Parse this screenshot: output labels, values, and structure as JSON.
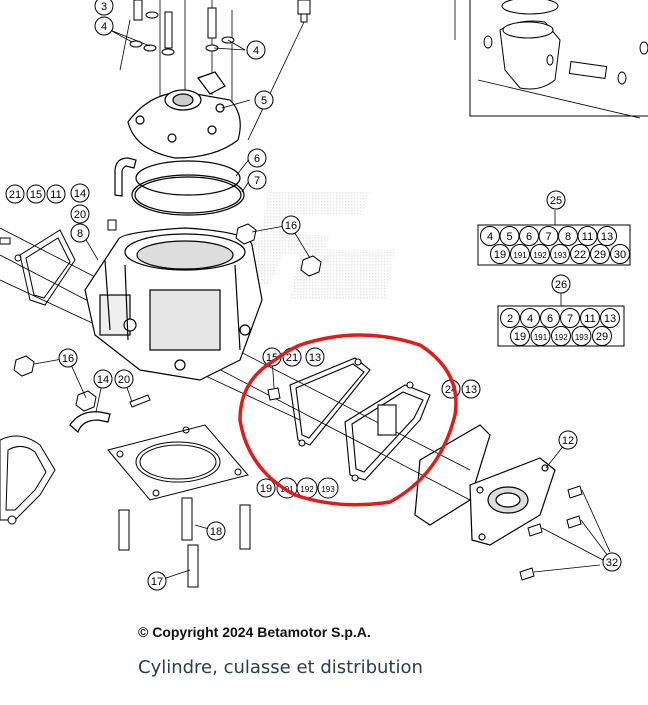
{
  "copyright": "© Copyright 2024 Betamotor S.p.A.",
  "caption": "Cylindre, culasse et distribution",
  "callouts": [
    {
      "id": "c3",
      "text": "3"
    },
    {
      "id": "c4a",
      "text": "4"
    },
    {
      "id": "c4b",
      "text": "4"
    },
    {
      "id": "c5",
      "text": "5"
    },
    {
      "id": "c6",
      "text": "6"
    },
    {
      "id": "c7",
      "text": "7"
    },
    {
      "id": "c21",
      "text": "21"
    },
    {
      "id": "c15a",
      "text": "15"
    },
    {
      "id": "c11",
      "text": "11"
    },
    {
      "id": "c14a",
      "text": "14"
    },
    {
      "id": "c20a",
      "text": "20"
    },
    {
      "id": "c8",
      "text": "8"
    },
    {
      "id": "c16a",
      "text": "16"
    },
    {
      "id": "c16b",
      "text": "16"
    },
    {
      "id": "c14b",
      "text": "14"
    },
    {
      "id": "c20b",
      "text": "20"
    },
    {
      "id": "c15b",
      "text": "15"
    },
    {
      "id": "c21b",
      "text": "21"
    },
    {
      "id": "c13a",
      "text": "13"
    },
    {
      "id": "c24",
      "text": "24"
    },
    {
      "id": "c13b",
      "text": "13"
    },
    {
      "id": "c12",
      "text": "12"
    },
    {
      "id": "c19a",
      "text": "19"
    },
    {
      "id": "c191a",
      "text": "191"
    },
    {
      "id": "c192a",
      "text": "192"
    },
    {
      "id": "c193a",
      "text": "193"
    },
    {
      "id": "c18",
      "text": "18"
    },
    {
      "id": "c17",
      "text": "17"
    },
    {
      "id": "c32",
      "text": "32"
    },
    {
      "id": "c25",
      "text": "25"
    },
    {
      "id": "c26",
      "text": "26"
    }
  ],
  "kit25": {
    "label": "25",
    "row1": [
      "4",
      "5",
      "6",
      "7",
      "8",
      "11",
      "13"
    ],
    "row2": [
      "19",
      "191",
      "192",
      "193",
      "22",
      "29",
      "30"
    ]
  },
  "kit26": {
    "label": "26",
    "row1": [
      "2",
      "4",
      "6",
      "7",
      "11",
      "13"
    ],
    "row2": [
      "19",
      "191",
      "192",
      "193",
      "29"
    ]
  },
  "highlight_color": "#e01b1b"
}
